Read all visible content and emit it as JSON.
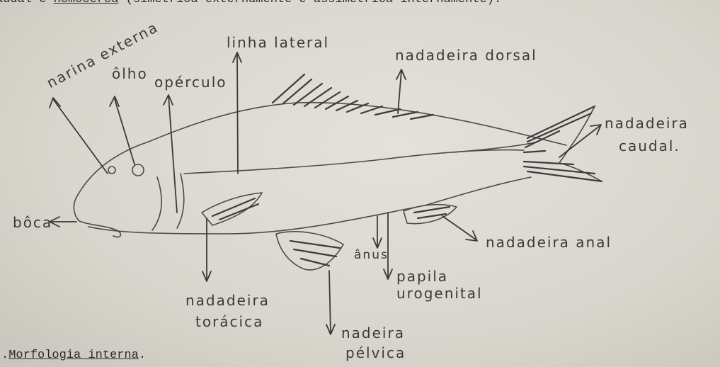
{
  "header_text": {
    "prefix": "audal é ",
    "underlined": "homocerca",
    "suffix": " (simétrica externamente e assimétrica internamente)."
  },
  "labels": {
    "narina_externa": "narina externa",
    "olho": "ôlho",
    "operculo": "opérculo",
    "linha_lateral": "linha lateral",
    "nadadeira_dorsal": "nadadeira dorsal",
    "nadadeira_caudal_1": "nadadeira",
    "nadadeira_caudal_2": "caudal.",
    "boca": "bôca",
    "nadadeira_anal": "nadadeira anal",
    "anus": "ânus",
    "papila_1": "papila",
    "papila_2": "urogenital",
    "toracica_1": "nadadeira",
    "toracica_2": "torácica",
    "pelvica_1": "nadeira",
    "pelvica_2": "pélvica"
  },
  "footer_text": {
    "prefix": ".",
    "underlined": "Morfologia interna",
    "suffix": "."
  }
}
